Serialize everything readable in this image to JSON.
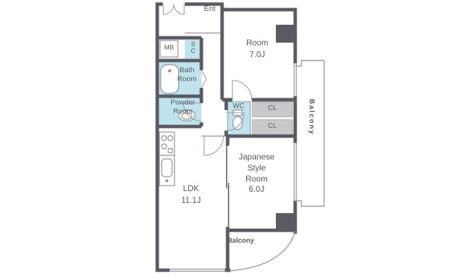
{
  "plan": {
    "rooms": {
      "entrance": {
        "label": "Ent"
      },
      "meter_box": {
        "label": "MB"
      },
      "shoe_closet": {
        "label": "S\nC"
      },
      "bathroom": {
        "label": "Bath\nRoom"
      },
      "powder_room": {
        "label": "Powder\nRoom"
      },
      "bedroom": {
        "label": "Room\n7.0J"
      },
      "wc": {
        "label": "WC"
      },
      "closet_upper": {
        "label": "CL"
      },
      "closet_lower": {
        "label": "CL"
      },
      "japanese_room": {
        "label": "Japanese\nStyle\nRoom\n6.0J"
      },
      "ldk": {
        "label": "LDK\n11.1J"
      },
      "balcony_right": {
        "label": "Balcony"
      },
      "balcony_bottom": {
        "label": "Balcony"
      }
    },
    "icons": {
      "bathtub": "rounded-rect tub",
      "vanity_sink": "oval basin",
      "toilet": "tank and bowl",
      "stove": "burner circles",
      "kitchen_sink": "rounded rect basin",
      "entrance_door": "double swing arcs",
      "sliding_door": "offset parallel lines"
    },
    "colors": {
      "wall": "#5a5a62",
      "wet_area": "#bfe4ee",
      "closet_fill": "#c9c9cc",
      "outline": "#8f8f96",
      "balcony_line": "#9a9aa0",
      "text": "#54585c",
      "background": "#ffffff"
    }
  }
}
